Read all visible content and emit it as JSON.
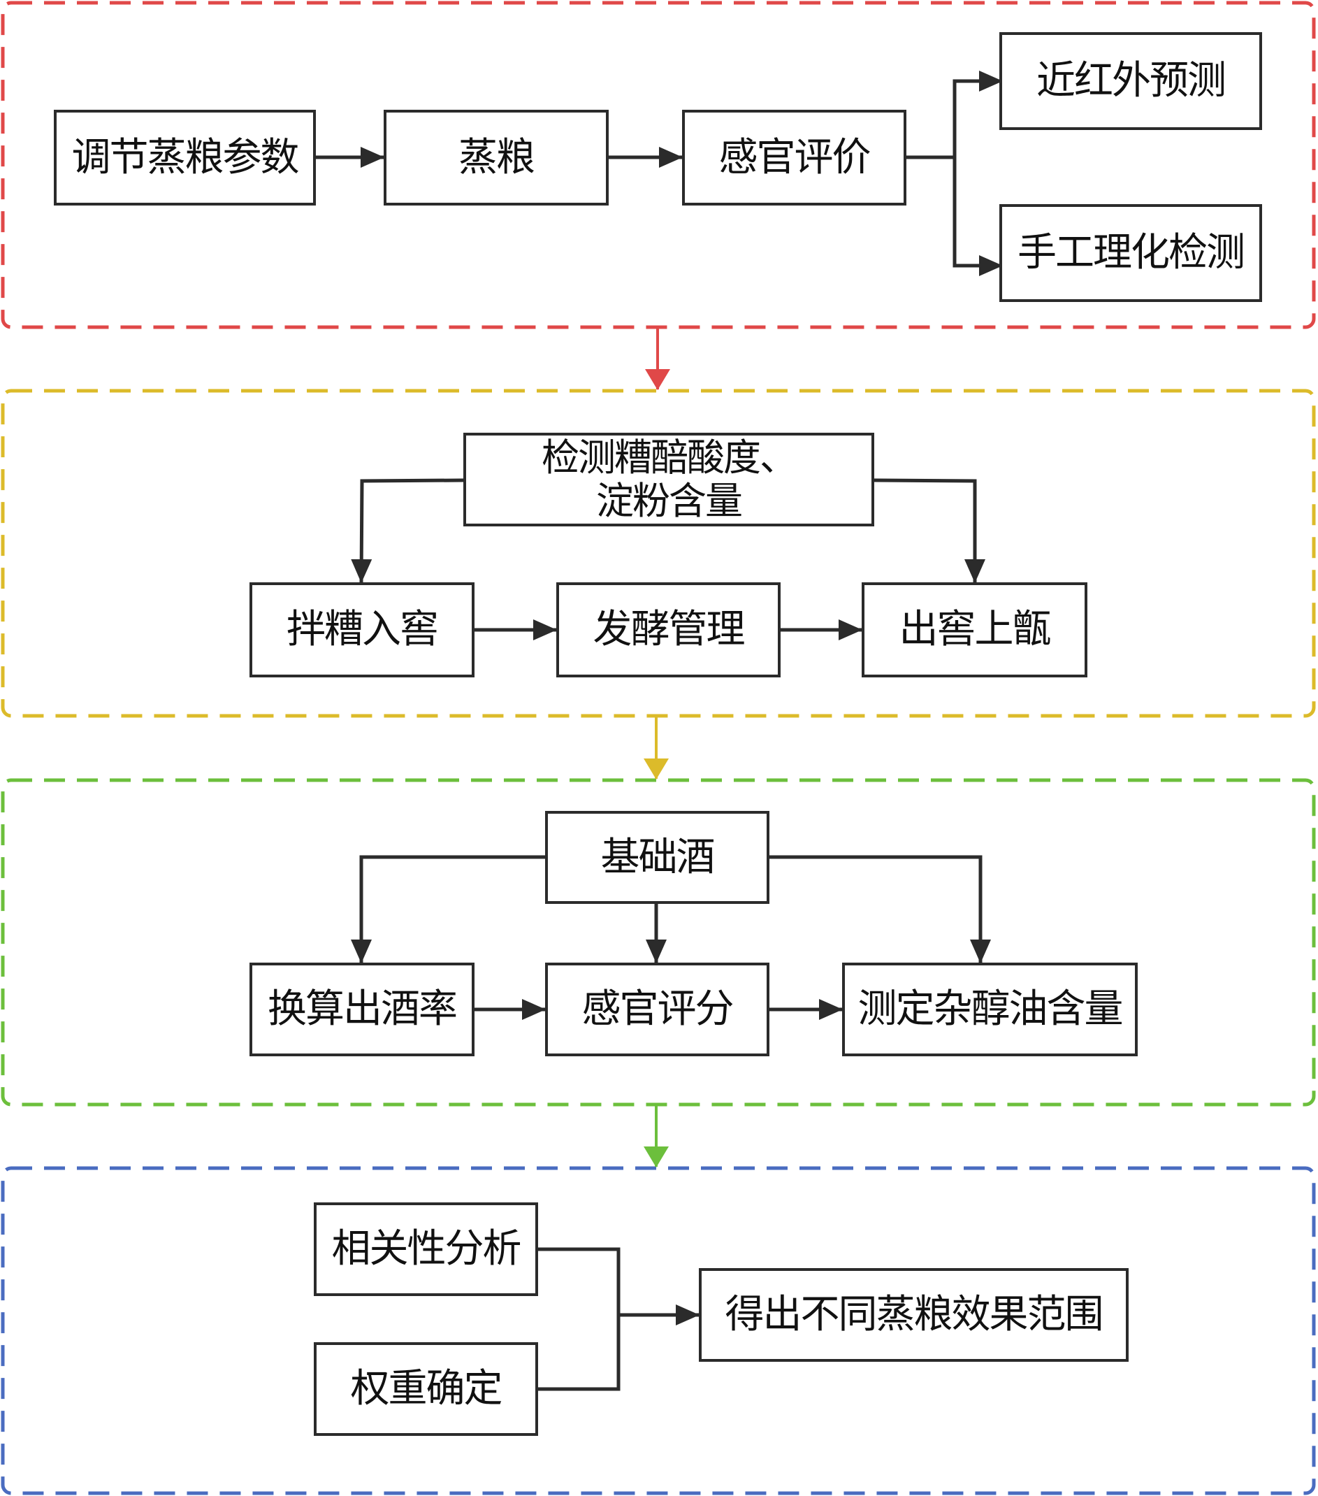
{
  "sections": [
    {
      "id": "steaming",
      "color": "#e04848"
    },
    {
      "id": "fermentation",
      "color": "#dcbb2a"
    },
    {
      "id": "base-liquor",
      "color": "#6cbf3c"
    },
    {
      "id": "analysis",
      "color": "#4a6cc0"
    }
  ],
  "nodes": {
    "adjust_params": "调节蒸粮参数",
    "steam_grain": "蒸粮",
    "sensory_eval": "感官评价",
    "nir_predict": "近红外预测",
    "manual_test": "手工理化检测",
    "detect_acidity": "检测糟醅酸度、\n淀粉含量",
    "mix_cellar": "拌糟入窖",
    "ferment_mgmt": "发酵管理",
    "out_cellar": "出窖上甑",
    "base_liquor": "基础酒",
    "yield_calc": "换算出酒率",
    "sensory_score": "感官评分",
    "fusel_oil": "测定杂醇油含量",
    "correlation": "相关性分析",
    "weight": "权重确定",
    "result": "得出不同蒸粮效果范围"
  },
  "edges": [
    [
      "adjust_params",
      "steam_grain"
    ],
    [
      "steam_grain",
      "sensory_eval"
    ],
    [
      "sensory_eval",
      "nir_predict"
    ],
    [
      "sensory_eval",
      "manual_test"
    ],
    [
      "detect_acidity",
      "mix_cellar"
    ],
    [
      "detect_acidity",
      "out_cellar"
    ],
    [
      "mix_cellar",
      "ferment_mgmt"
    ],
    [
      "ferment_mgmt",
      "out_cellar"
    ],
    [
      "base_liquor",
      "yield_calc"
    ],
    [
      "base_liquor",
      "sensory_score"
    ],
    [
      "base_liquor",
      "fusel_oil"
    ],
    [
      "yield_calc",
      "sensory_score"
    ],
    [
      "sensory_score",
      "fusel_oil"
    ],
    [
      "correlation",
      "result"
    ],
    [
      "weight",
      "result"
    ]
  ]
}
